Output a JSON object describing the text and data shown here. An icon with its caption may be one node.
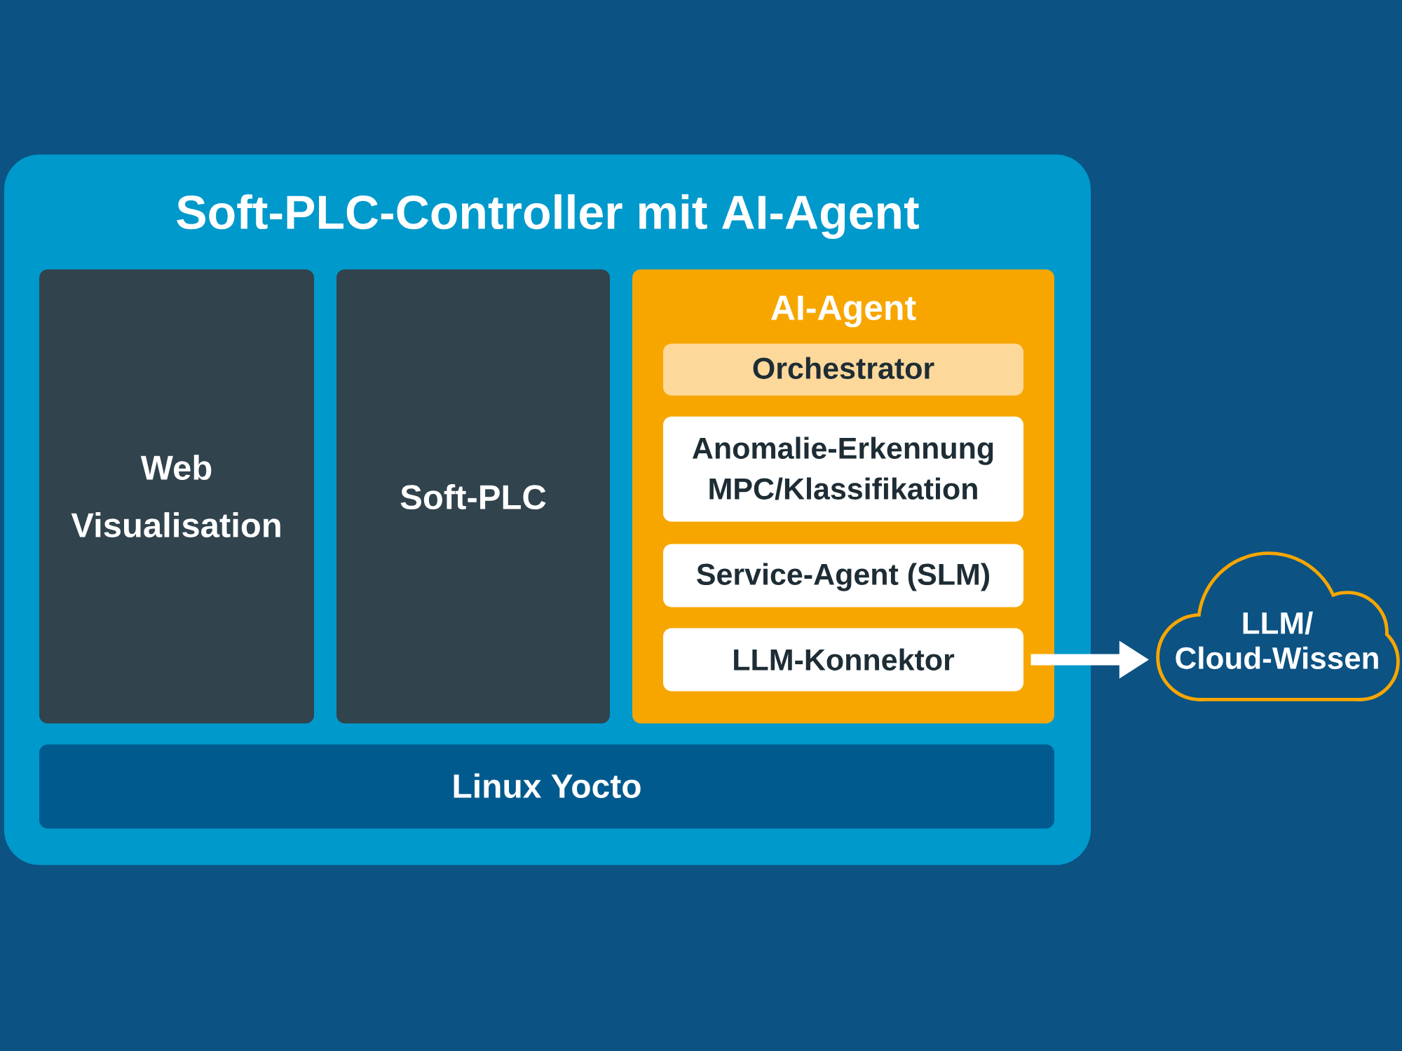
{
  "diagram": {
    "nodes": [
      {
        "text": [
          "Soft-PLC-Controller mit AI-Agent"
        ]
      },
      {
        "text": [
          "Web Visualisation"
        ],
        "in": 0
      },
      {
        "text": [
          "Soft-PLC"
        ],
        "in": 0
      },
      {
        "text": [
          "AI-Agent"
        ],
        "in": 0
      },
      {
        "text": [
          "Orchestrator"
        ],
        "in": 3
      },
      {
        "text": [
          "Anomalie-Erkennung MPC/Klassifikation"
        ],
        "in": 3
      },
      {
        "text": [
          "Service-Agent (SLM)"
        ],
        "in": 3
      },
      {
        "text": [
          "LLM-Konnektor"
        ],
        "in": 3
      },
      {
        "text": [
          "Linux Yocto"
        ],
        "in": 0
      },
      {
        "text": [
          "LLM/ Cloud-Wissen"
        ]
      }
    ],
    "edges": [
      {
        "from": 7,
        "to": 9,
        "arrow": "to"
      }
    ]
  }
}
